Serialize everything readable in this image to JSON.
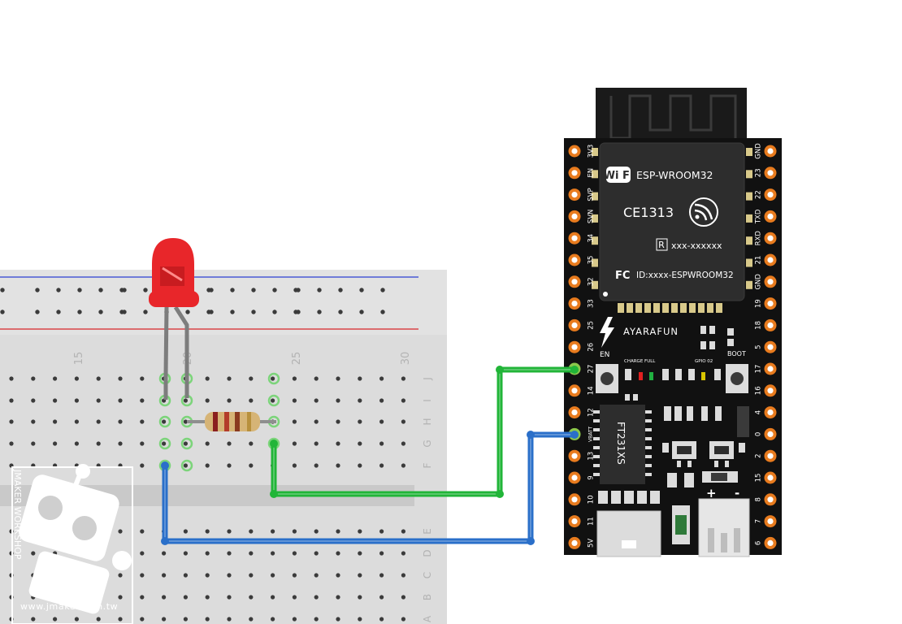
{
  "breadboard": {
    "column_numbers": [
      "15",
      "20",
      "25",
      "30"
    ],
    "row_letters_top": [
      "J",
      "I",
      "H",
      "G",
      "F"
    ],
    "row_letters_bottom": [
      "E",
      "D",
      "C",
      "B",
      "A"
    ]
  },
  "board": {
    "module_brand": "Wi Fi",
    "module_name": "ESP-WROOM32",
    "ce_mark": "CE1313",
    "r_mark": "R",
    "r_code": "xxx-xxxxxx",
    "fc_mark": "FC",
    "fcc_id": "ID:xxxx-ESPWROOM32",
    "brand": "AYARAFUN",
    "en_label": "EN",
    "boot_label": "BOOT",
    "charge_label": "CHARGE FULL",
    "gpio_label": "GPIO 02",
    "chip_label": "FT231XS",
    "plus_label": "+",
    "minus_label": "-",
    "left_pins": [
      "3V3",
      "EN",
      "SVP",
      "SVN",
      "34",
      "35",
      "32",
      "33",
      "25",
      "26",
      "27",
      "14",
      "12",
      "VBATT",
      "13",
      "9",
      "10",
      "11",
      "5V"
    ],
    "right_pins": [
      "GND",
      "23",
      "22",
      "TXD",
      "RXD",
      "21",
      "GND",
      "19",
      "18",
      "5",
      "17",
      "16",
      "4",
      "0",
      "2",
      "15",
      "8",
      "7",
      "6"
    ]
  },
  "watermark": {
    "side_text": "JMAKER WORKSHOP",
    "url": "www.jmaker.com.tw"
  },
  "colors": {
    "wire_green": "#21b538",
    "wire_blue": "#2a6fc9",
    "led_red": "#e8262a",
    "breadboard": "#dcdcdc",
    "rail_red": "#d9262a",
    "rail_blue": "#2c3fd1",
    "board_black": "#111111",
    "pad_orange": "#e87b1e"
  }
}
